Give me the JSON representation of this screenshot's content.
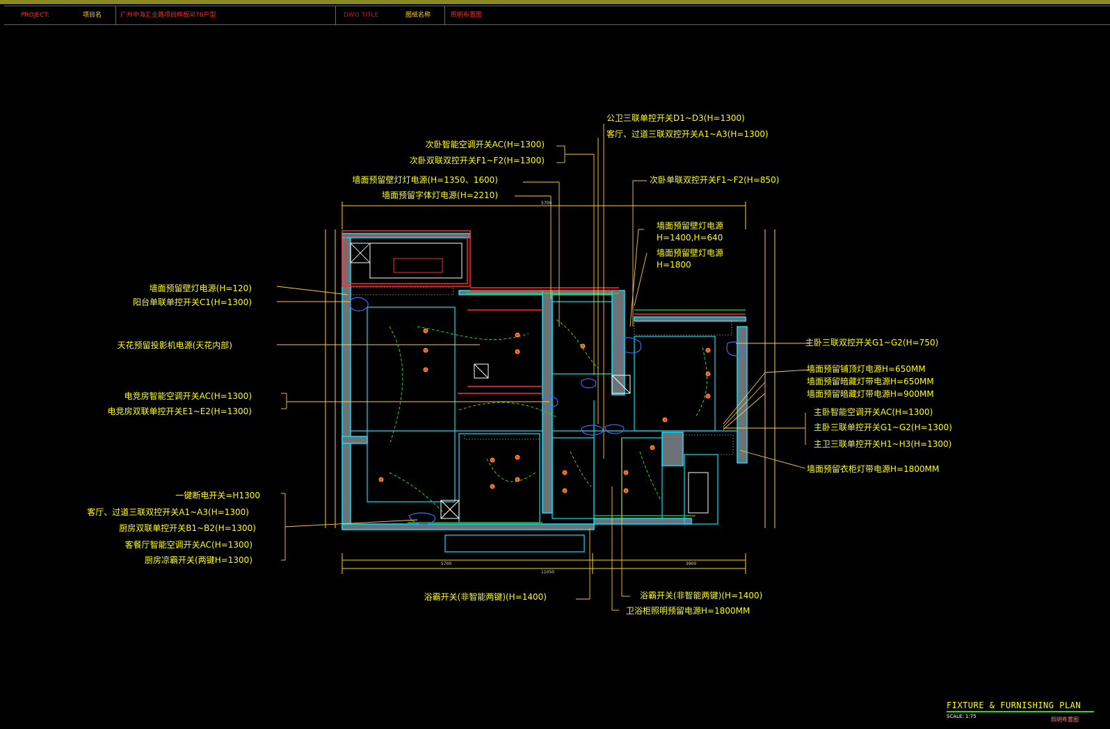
{
  "title_strip": {
    "project_label": "PROJECT:",
    "project_name_label": "项目名",
    "project_value": "广州中海汇业路项目样板间76户型",
    "dwg_title_label": "DWG TITLE",
    "dwg_name_label": "图纸名称",
    "dwg_value": "照明布置图"
  },
  "labels": [
    "公卫三联单控开关D1~D3(H=1300)",
    "客厅、过道三联双控开关A1~A3(H=1300)",
    "次卧智能空调开关AC(H=1300)",
    "次卧双联双控开关F1~F2(H=1300)",
    "墙面预留壁灯灯电源(H=1350、1600)",
    "墙面预留字体灯电源(H=2210)",
    "次卧单联双控开关F1~F2(H=850)",
    "墙面预留壁灯电源",
    "H=1400,H=640",
    "墙面预留壁灯电源",
    "H=1800",
    "墙面预留壁灯电源(H=120)",
    "阳台单联单控开关C1(H=1300)",
    "天花预留投影机电源(天花内部)",
    "电竞房智能空调开关AC(H=1300)",
    "电竞房双联单控开关E1~E2(H=1300)",
    "主卧三联双控开关G1~G2(H=750)",
    "墙面预留铺顶灯电源H=650MM",
    "墙面预留暗藏灯带电源H=650MM",
    "墙面预留暗藏灯带电源H=900MM",
    "主卧智能空调开关AC(H=1300)",
    "主卧三联单控开关G1~G2(H=1300)",
    "主卫三联单控开关H1~H3(H=1300)",
    "墙面预留衣柜灯带电源H=1800MM",
    "一键断电开关=H1300",
    "客厅、过道三联双控开关A1~A3(H=1300)",
    "厨房双联单控开关B1~B2(H=1300)",
    "客餐厅智能空调开关AC(H=1300)",
    "厨房凉霸开关(两键H=1300)",
    "浴霸开关(非智能两键)(H=1400)",
    "浴霸开关(非智能两键)(H=1400)",
    "卫浴柜照明预留电源H=1800MM"
  ],
  "dims": {
    "top_total": "5700",
    "bottom_left": "5700",
    "bottom_mid": "11050",
    "bottom_right": "3900"
  },
  "title_block": {
    "title": "FIXTURE & FURNISHING PLAN",
    "scale": "SCALE:  1:75",
    "name": "照明布置图"
  },
  "colors": {
    "background": "#000000",
    "annotation": "#ffff00",
    "wall": "#6b7378",
    "wall_outline": "#00ffff",
    "wiring": "#22dd22",
    "leader": "#ffcc33"
  }
}
